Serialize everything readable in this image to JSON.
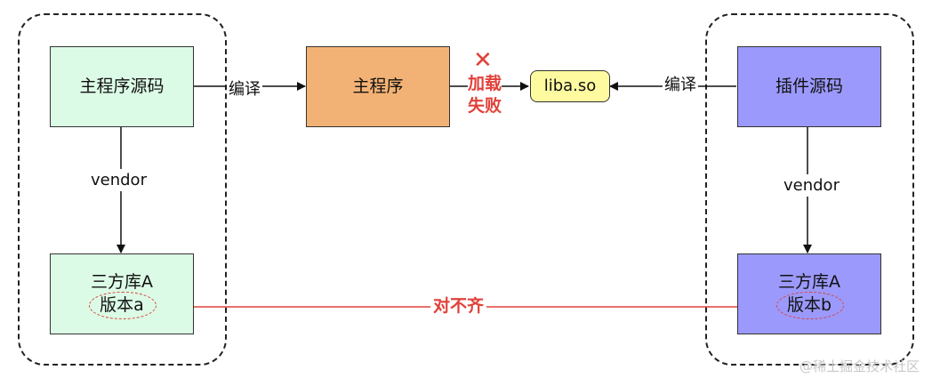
{
  "left": {
    "source": "主程序源码",
    "compile_label": "编译",
    "vendor_label": "vendor",
    "lib_line1": "三方库A",
    "lib_line2": "版本a"
  },
  "center": {
    "program": "主程序",
    "fail_mark": "✕",
    "fail_line1": "加载",
    "fail_line2": "失败",
    "so_file": "liba.so",
    "mismatch_label": "对不齐"
  },
  "right": {
    "source": "插件源码",
    "compile_label": "编译",
    "vendor_label": "vendor",
    "lib_line1": "三方库A",
    "lib_line2": "版本b"
  },
  "watermark": "@稀土掘金技术社区",
  "colors": {
    "green": "#dcfbe6",
    "orange": "#f3b275",
    "purple": "#9b99fb",
    "yellow": "#fdfaa0",
    "red": "#e0413a"
  }
}
